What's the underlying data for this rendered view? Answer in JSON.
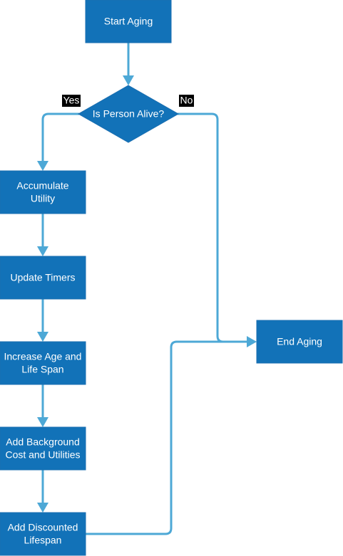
{
  "nodes": {
    "start_aging": "Start Aging",
    "is_person_alive": "Is Person Alive?",
    "accumulate_utility_l1": "Accumulate",
    "accumulate_utility_l2": "Utility",
    "update_timers": "Update Timers",
    "increase_age_l1": "Increase Age and",
    "increase_age_l2": "Life Span",
    "add_background_l1": "Add Background",
    "add_background_l2": "Cost and Utilities",
    "add_discounted_l1": "Add Discounted",
    "add_discounted_l2": "Lifespan",
    "end_aging": "End Aging"
  },
  "edges": {
    "yes_label": "Yes",
    "no_label": "No"
  },
  "colors": {
    "node_fill": "#1272b8",
    "edge_stroke": "#4da8d6",
    "label_bg": "#000000"
  }
}
